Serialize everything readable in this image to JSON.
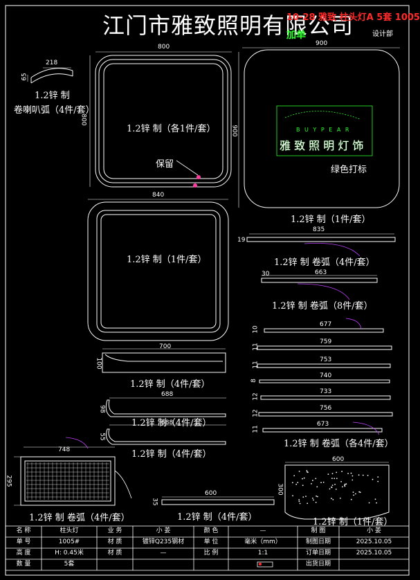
{
  "header": {
    "company": "江门市雅致照明有限公司",
    "order_code": "10-28 雅致 柱头灯A 5套 1005",
    "tag": "加单",
    "department": "设计部"
  },
  "parts": {
    "arc_small": {
      "dim_w": "218",
      "dim_h": "65",
      "label1": "1.2锌 制",
      "label2": "卷喇叭弧（4件/套）"
    },
    "frame_800": {
      "dim_w": "800",
      "dim_h": "800",
      "label": "1.2锌 制（各1件/套）",
      "note": "保留"
    },
    "panel_900": {
      "dim_w": "900",
      "dim_h": "900",
      "label": "1.2锌 制（1件/套）",
      "logo_note": "绿色打标"
    },
    "logo": {
      "latin": "B U Y P E A R",
      "cjk": "雅 致 照 明 灯 饰"
    },
    "frame_840": {
      "dim_w": "840",
      "label": "1.2锌 制（1件/套）"
    },
    "strip_835": {
      "dim_w": "835",
      "dim_h": "19",
      "label": "1.2锌 制 卷弧（4件/套）"
    },
    "strip_663": {
      "dim_w": "663",
      "dim_h": "30",
      "label": "1.2锌 制 卷弧（8件/套）"
    },
    "bar_700": {
      "dim_w": "700",
      "dim_h": "100",
      "label": "1.2锌 制（4件/套）"
    },
    "bar_688a": {
      "dim_w": "688",
      "dim_h": "98",
      "label": "1.2锌 制（4件/套）"
    },
    "bar_688b": {
      "dim_w": "688",
      "dim_h": "55",
      "label": "1.2锌 制（4件/套）"
    },
    "strips": [
      {
        "w": "677",
        "h": "10"
      },
      {
        "w": "759",
        "h": "11"
      },
      {
        "w": "753",
        "h": "11"
      },
      {
        "w": "740",
        "h": "8"
      },
      {
        "w": "733",
        "h": "12"
      },
      {
        "w": "756",
        "h": "12"
      },
      {
        "w": "673",
        "h": "11"
      }
    ],
    "strips_label": "1.2锌 制 卷弧（各4件/套）",
    "mesh": {
      "dim_w": "748",
      "dim_h": "295",
      "label": "1.2锌 制 卷弧（4件/套）"
    },
    "bar_600": {
      "dim_w": "600",
      "dim_h": "35",
      "label": "1.2锌 制（4件/套）"
    },
    "dotpanel": {
      "dim_w": "600",
      "dim_h": "300",
      "label": "1.2锌 制（1件/套）"
    }
  },
  "table": {
    "row1": [
      "名 称",
      "柱头灯",
      "业 务",
      "小 姜",
      "颜 色",
      "—",
      "制 图",
      "小 姜"
    ],
    "row2": [
      "单 号",
      "1005#",
      "材 质",
      "镀锌Q235钢材",
      "单 位",
      "毫米（mm）",
      "制图日期",
      "2025.10.05"
    ],
    "row3": [
      "高 度",
      "H: 0.45米",
      "材 质",
      "—",
      "比 例",
      "1:1",
      "订单日期",
      "2025.10.05"
    ],
    "row4": [
      "数 量",
      "5套",
      "",
      "",
      "",
      "",
      "出货日期",
      ""
    ]
  },
  "colors": {
    "line": "#ffffff",
    "accent_red": "#ff2a2a",
    "accent_green": "#2cff2c",
    "marker": "#ff3ca0",
    "arc": "#c040ff"
  }
}
